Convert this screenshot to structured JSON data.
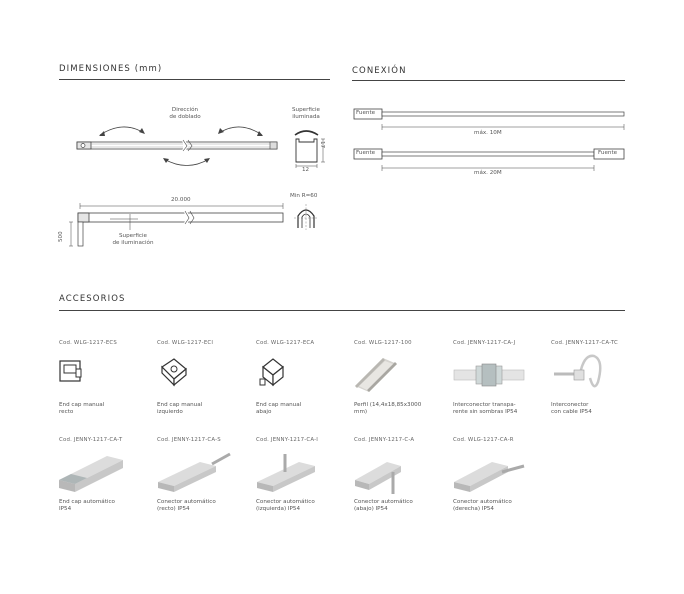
{
  "sections": {
    "dimensiones": "DIMENSIONES (mm)",
    "conexion": "CONEXIÓN",
    "accesorios": "ACCESORIOS"
  },
  "dimensiones": {
    "bend_label_1": "Dirección",
    "bend_label_2": "de doblado",
    "surface_lit_1": "Superficie",
    "surface_lit_2": "iluminada",
    "dim_17": "17",
    "dim_12": "12",
    "length": "20.000",
    "min_radius": "Min R=60",
    "dim_500": "500",
    "illum_surface_1": "Superficie",
    "illum_surface_2": "de iluminación"
  },
  "conexion": {
    "source_1": "Fuente",
    "max_1": "máx. 10M",
    "source_2a": "Fuente",
    "source_2b": "Fuente",
    "max_2": "máx. 20M"
  },
  "accessories": [
    {
      "code": "Cod. WLG-1217-ECS",
      "desc1": "End cap manual",
      "desc2": "recto",
      "icon": "end-cap-straight-icon"
    },
    {
      "code": "Cod. WLG-1217-ECI",
      "desc1": "End cap manual",
      "desc2": "izquierdo",
      "icon": "end-cap-left-icon"
    },
    {
      "code": "Cod. WLG-1217-ECA",
      "desc1": "End cap manual",
      "desc2": "abajo",
      "icon": "end-cap-down-icon"
    },
    {
      "code": "Cod. WLG-1217-100",
      "desc1": "Perfil (14,4x18,85x3000",
      "desc2": "mm)",
      "icon": "aluminium-profile-icon"
    },
    {
      "code": "Cod. JENNY-1217-CA-J",
      "desc1": "Interconector transpa-",
      "desc2": "rente sin sombras IP54",
      "icon": "interconnector-icon"
    },
    {
      "code": "Cod. JENNY-1217-CA-TC",
      "desc1": "Interconector",
      "desc2": "con cable IP54",
      "icon": "cable-connector-icon"
    },
    {
      "code": "Cod. JENNY-1217-CA-T",
      "desc1": "End cap automático",
      "desc2": "IP54",
      "icon": "auto-end-cap-icon"
    },
    {
      "code": "Cod. JENNY-1217-CA-S",
      "desc1": "Conector automático",
      "desc2": "(recto) IP54",
      "icon": "auto-connector-straight-icon"
    },
    {
      "code": "Cod. JENNY-1217-CA-I",
      "desc1": "Conector automático",
      "desc2": "(izquierda) IP54",
      "icon": "auto-connector-left-icon"
    },
    {
      "code": "Cod. JENNY-1217-C-A",
      "desc1": "Conector automático",
      "desc2": "(abajo) IP54",
      "icon": "auto-connector-down-icon"
    },
    {
      "code": "Cod. WLG-1217-CA-R",
      "desc1": "Conector automático",
      "desc2": "(derecha) IP54",
      "icon": "auto-connector-right-icon"
    }
  ]
}
